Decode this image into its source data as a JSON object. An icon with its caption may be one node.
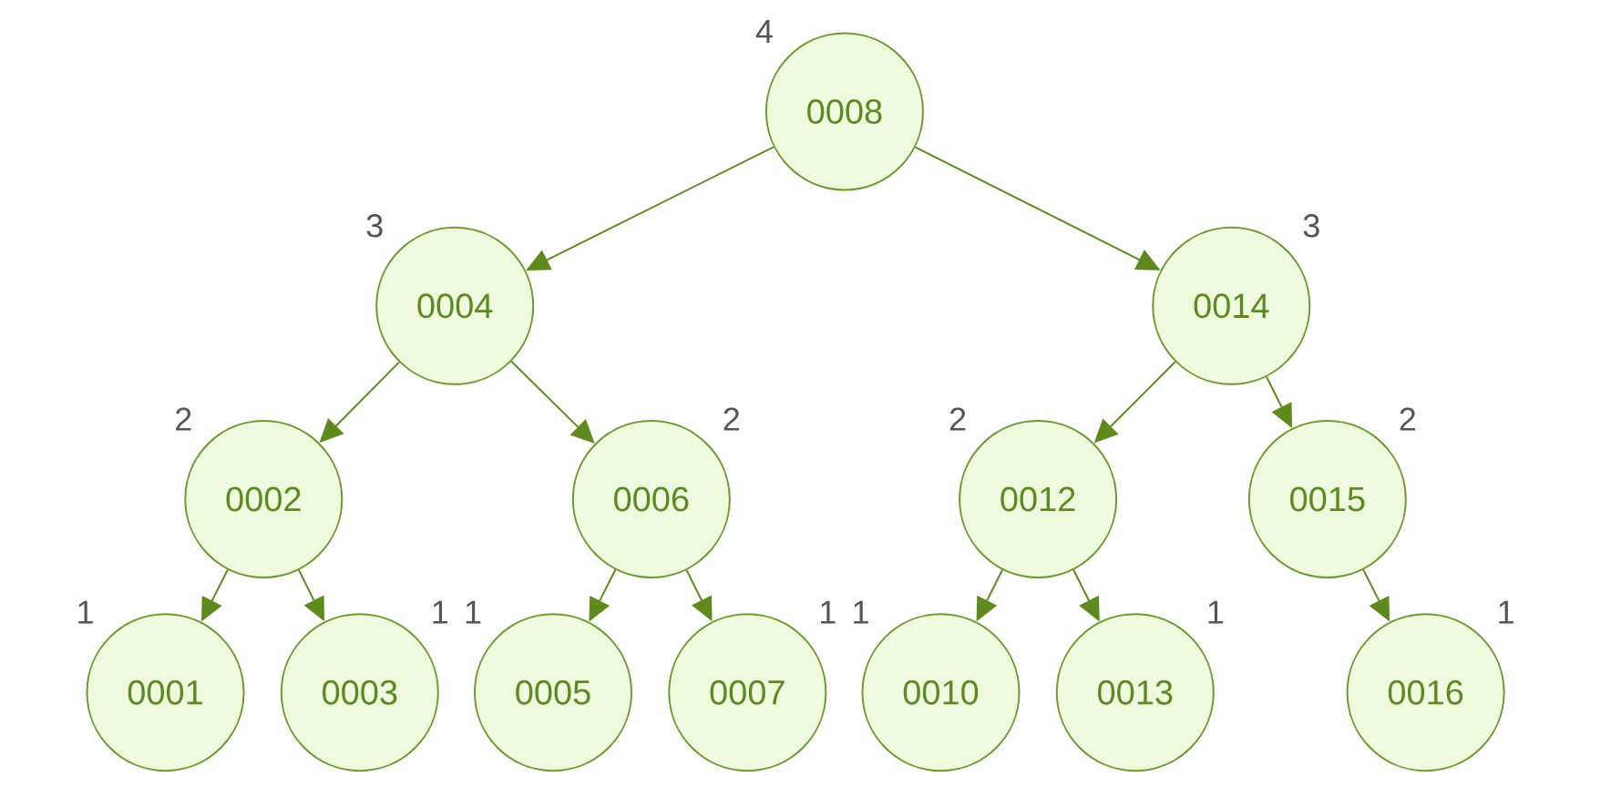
{
  "diagram": {
    "nodes": [
      {
        "text": [
          "0008"
        ],
        "beside": [
          "4"
        ]
      },
      {
        "text": [
          "0004"
        ],
        "beside": [
          "3"
        ]
      },
      {
        "text": [
          "0014"
        ],
        "beside": [
          "3"
        ]
      },
      {
        "text": [
          "0002"
        ],
        "beside": [
          "2"
        ]
      },
      {
        "text": [
          "0006"
        ],
        "beside": [
          "2"
        ]
      },
      {
        "text": [
          "0012"
        ],
        "beside": [
          "2"
        ]
      },
      {
        "text": [
          "0015"
        ],
        "beside": [
          "2"
        ]
      },
      {
        "text": [
          "0001"
        ],
        "beside": [
          "1"
        ]
      },
      {
        "text": [
          "0003"
        ],
        "beside": [
          "1"
        ]
      },
      {
        "text": [
          "0005"
        ],
        "beside": [
          "1"
        ]
      },
      {
        "text": [
          "0007"
        ],
        "beside": [
          "1"
        ]
      },
      {
        "text": [
          "0010"
        ],
        "beside": [
          "1"
        ]
      },
      {
        "text": [
          "0013"
        ],
        "beside": [
          "1"
        ]
      },
      {
        "text": [
          "0016"
        ],
        "beside": [
          "1"
        ]
      }
    ],
    "edges": [
      {
        "from": 0,
        "to": 1,
        "arrow": "to"
      },
      {
        "from": 0,
        "to": 2,
        "arrow": "to"
      },
      {
        "from": 1,
        "to": 3,
        "arrow": "to"
      },
      {
        "from": 1,
        "to": 4,
        "arrow": "to"
      },
      {
        "from": 2,
        "to": 5,
        "arrow": "to"
      },
      {
        "from": 2,
        "to": 6,
        "arrow": "to"
      },
      {
        "from": 3,
        "to": 7,
        "arrow": "to"
      },
      {
        "from": 3,
        "to": 8,
        "arrow": "to"
      },
      {
        "from": 4,
        "to": 9,
        "arrow": "to"
      },
      {
        "from": 4,
        "to": 10,
        "arrow": "to"
      },
      {
        "from": 5,
        "to": 11,
        "arrow": "to"
      },
      {
        "from": 5,
        "to": 12,
        "arrow": "to"
      },
      {
        "from": 6,
        "to": 13,
        "arrow": "to"
      }
    ]
  }
}
